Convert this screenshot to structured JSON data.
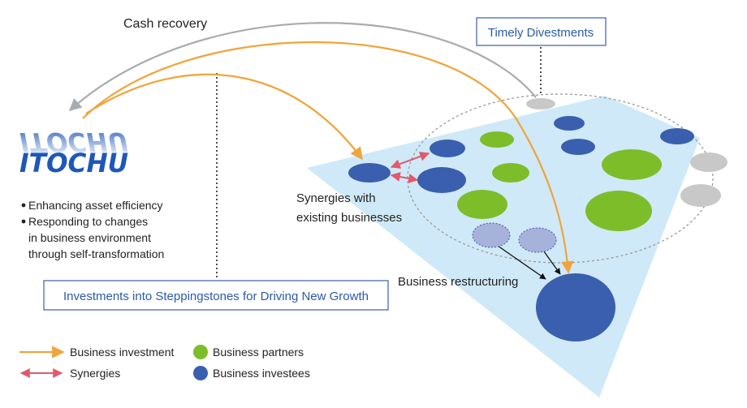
{
  "labels": {
    "cash_recovery": "Cash recovery",
    "timely_divestments": "Timely Divestments",
    "synergies_line1": "Synergies with",
    "synergies_line2": "existing businesses",
    "business_restructuring": "Business restructuring",
    "investments_box": "Investments into Steppingstones for Driving New Growth"
  },
  "logo": {
    "text": "ITOCHU",
    "reflection_text": "ITOCHU"
  },
  "bullets": {
    "items": [
      {
        "lines": [
          "Enhancing asset efficiency"
        ]
      },
      {
        "lines": [
          "Responding to changes",
          "in business environment",
          "through self-transformation"
        ]
      }
    ]
  },
  "legend": {
    "business_investment": "Business investment",
    "synergies": "Synergies",
    "business_partners": "Business partners",
    "business_investees": "Business investees"
  },
  "colors": {
    "investment_arrow": "#f0a43a",
    "cash_arrow": "#a7acb0",
    "synergy_arrow": "#e05a6e",
    "partner": "#7dbd2a",
    "investee": "#3a5fae",
    "divested": "#c8c8c8",
    "restructure": "#a7b2da",
    "region": "#cfe9f8",
    "box_border": "#3a5fae",
    "logo": "#1e57b8"
  }
}
